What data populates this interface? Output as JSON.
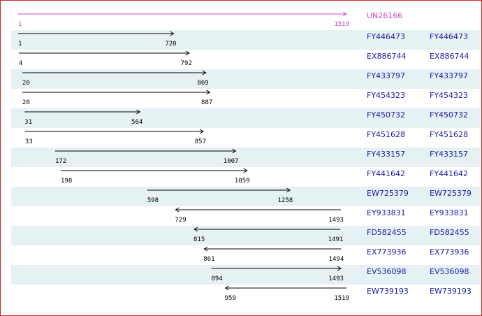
{
  "colors": {
    "reference": "#cc44cc",
    "hit": "#000000",
    "link": "#1a1aa6",
    "stripe": "#e6f1f4",
    "border": "#c62828"
  },
  "reference": {
    "accession": "UN26166",
    "start": "1",
    "end": "1519",
    "start_value": 1,
    "end_value": 1519,
    "direction": "forward"
  },
  "scale": {
    "min": 1,
    "max": 1519
  },
  "alignments": [
    {
      "accession": "FY446473",
      "link": "FY446473",
      "start": "1",
      "end": "720",
      "start_value": 1,
      "end_value": 720,
      "direction": "forward"
    },
    {
      "accession": "EX886744",
      "link": "EX886744",
      "start": "4",
      "end": "792",
      "start_value": 4,
      "end_value": 792,
      "direction": "forward"
    },
    {
      "accession": "FY433797",
      "link": "FY433797",
      "start": "20",
      "end": "869",
      "start_value": 20,
      "end_value": 869,
      "direction": "forward"
    },
    {
      "accession": "FY454323",
      "link": "FY454323",
      "start": "20",
      "end": "887",
      "start_value": 20,
      "end_value": 887,
      "direction": "forward"
    },
    {
      "accession": "FY450732",
      "link": "FY450732",
      "start": "31",
      "end": "564",
      "start_value": 31,
      "end_value": 564,
      "direction": "forward"
    },
    {
      "accession": "FY451628",
      "link": "FY451628",
      "start": "33",
      "end": "857",
      "start_value": 33,
      "end_value": 857,
      "direction": "forward"
    },
    {
      "accession": "FY433157",
      "link": "FY433157",
      "start": "172",
      "end": "1007",
      "start_value": 172,
      "end_value": 1007,
      "direction": "forward"
    },
    {
      "accession": "FY441642",
      "link": "FY441642",
      "start": "198",
      "end": "1059",
      "start_value": 198,
      "end_value": 1059,
      "direction": "forward"
    },
    {
      "accession": "EW725379",
      "link": "EW725379",
      "start": "598",
      "end": "1258",
      "start_value": 598,
      "end_value": 1258,
      "direction": "forward"
    },
    {
      "accession": "EY933831",
      "link": "EY933831",
      "start": "729",
      "end": "1493",
      "start_value": 729,
      "end_value": 1493,
      "direction": "reverse"
    },
    {
      "accession": "FD582455",
      "link": "FD582455",
      "start": "815",
      "end": "1491",
      "start_value": 815,
      "end_value": 1491,
      "direction": "reverse"
    },
    {
      "accession": "EX773936",
      "link": "EX773936",
      "start": "861",
      "end": "1494",
      "start_value": 861,
      "end_value": 1494,
      "direction": "reverse"
    },
    {
      "accession": "EV536098",
      "link": "EV536098",
      "start": "894",
      "end": "1493",
      "start_value": 894,
      "end_value": 1493,
      "direction": "forward"
    },
    {
      "accession": "EW739193",
      "link": "EW739193",
      "start": "959",
      "end": "1519",
      "start_value": 959,
      "end_value": 1519,
      "direction": "reverse"
    }
  ]
}
